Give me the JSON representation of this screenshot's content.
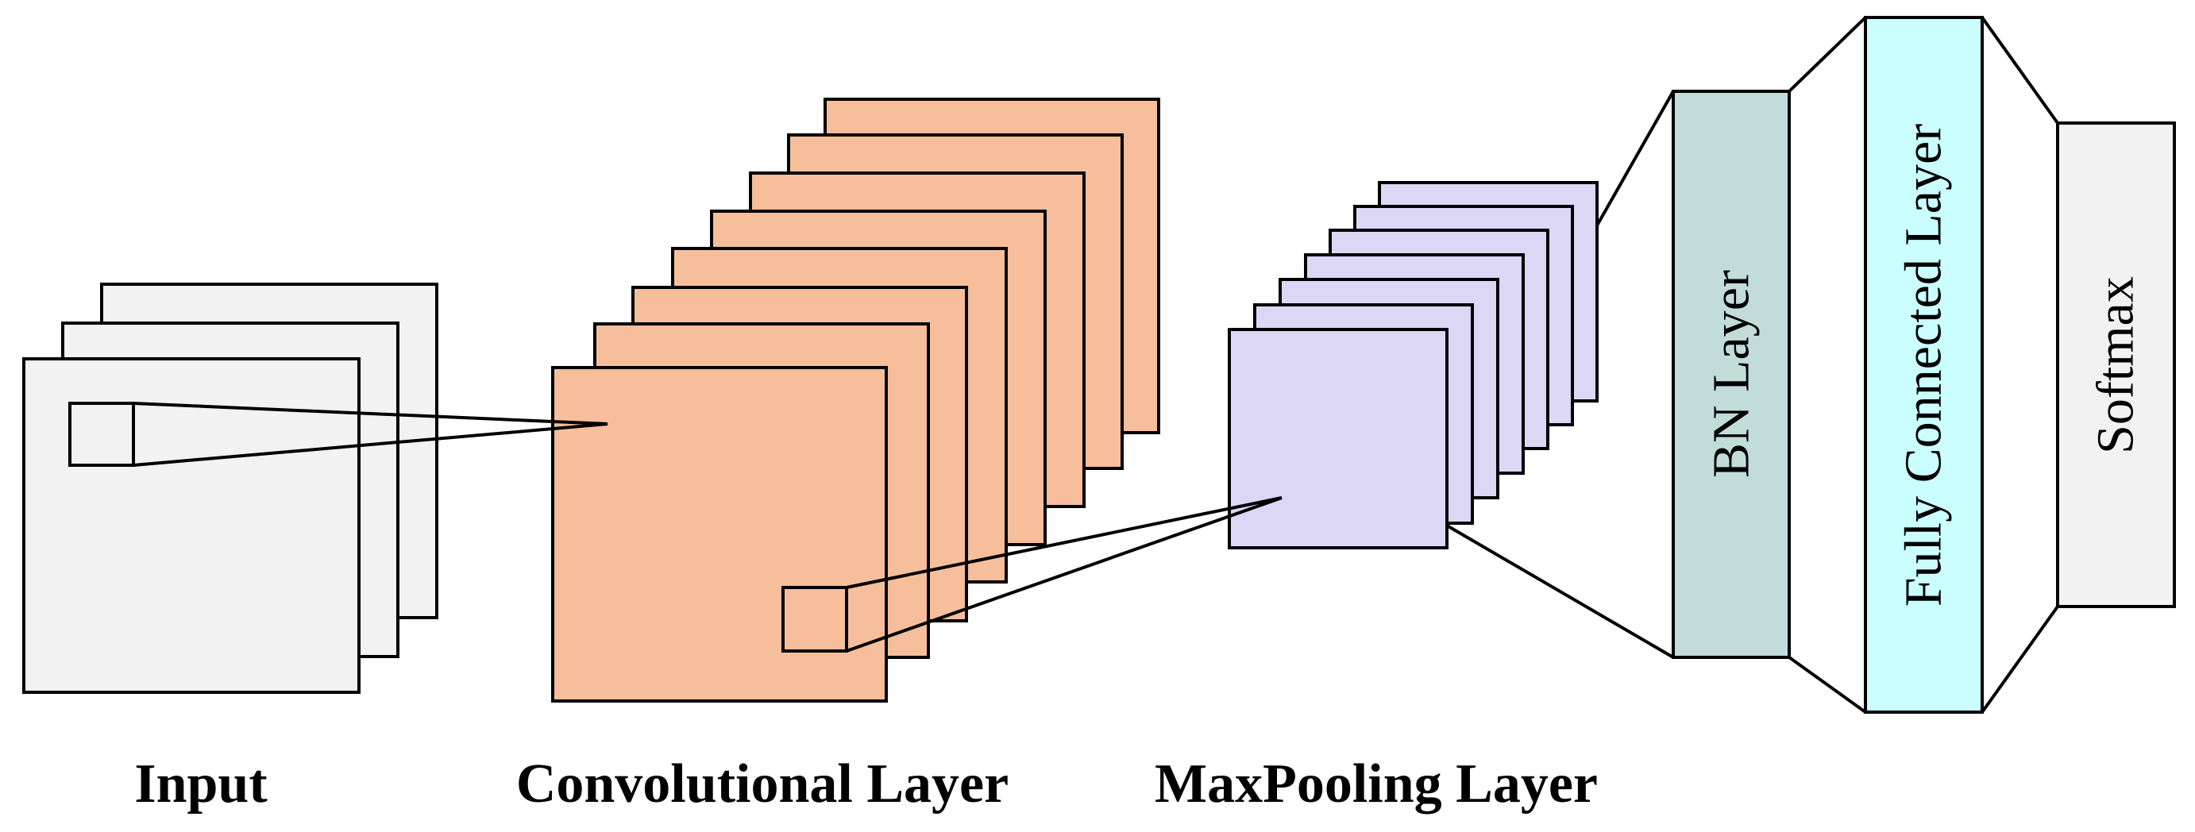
{
  "labels": {
    "input": "Input",
    "conv": "Convolutional Layer",
    "maxpool": "MaxPooling Layer",
    "bn": "BN Layer",
    "fc": "Fully Connected Layer",
    "softmax": "Softmax"
  },
  "colors": {
    "input_fill": "#f2f2f2",
    "conv_fill": "#f7be9b",
    "pool_fill": "#dcd7f5",
    "bn_fill": "#c2dcda",
    "fc_fill": "#cbfefe",
    "softmax_fill": "#f2f2f2",
    "stroke": "#000000"
  }
}
